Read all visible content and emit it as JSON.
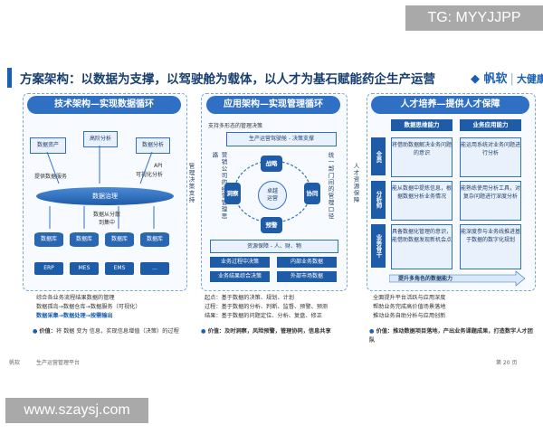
{
  "watermarks": {
    "top_right": "TG: MYYJJPP",
    "bottom_left": "www.szaysj.com"
  },
  "header": {
    "title": "方案架构：以数据为支撑，以驾驶舱为载体，以人才为基石赋能药企生产运营",
    "logo_brand": "帆软",
    "logo_partner": "大健康"
  },
  "left": {
    "head": "技术架构—实现数据循环",
    "top_boxes": [
      "数据资产",
      "高阶分析",
      "数据分析"
    ],
    "api_label": "API",
    "viz_label": "可视化分析",
    "provide_label": "提供数据服务",
    "hub": "数据治理",
    "layer_label": "数据从分散\n到集中",
    "dbs": [
      "数据库",
      "数据库",
      "数据库",
      "数据库"
    ],
    "sources": [
      "ERP",
      "MES",
      "EMS",
      "..."
    ],
    "notes": [
      "综合各业务流程结果数据的管理",
      "数据孤岛→数据仓库→数据服务（可视化）",
      "数据采集→数据处理→按需输出"
    ],
    "value_prefix": "价值：",
    "value_text": "将 数据 变为 信息，实现信息增值（决策）的过程"
  },
  "middle": {
    "head": "应用架构—实现管理循环",
    "top_note": "支持多形态的管理决策",
    "top_box": "生产运营驾驶舱 - 决策支撑",
    "left_vertical": "营销公司的经营管理思路",
    "right_vertical": "统一部门间的管理口径",
    "nodes": {
      "top": "战略",
      "left": "洞察",
      "right": "协同",
      "bottom": "预警",
      "center": "卓越\n运营"
    },
    "support_bar": "资源保障 - 人、财、物",
    "bottom_boxes": [
      "业务过程中决策",
      "内部业务数据",
      "业务结果综合决策",
      "外部市场数据"
    ],
    "side_label": "管理决策支持",
    "notes": [
      "起点：基于数据的决策、规划、计划",
      "过程：基于数据的分析、判断、监督、预警、预测",
      "结果：基于数据的问题定位、分析、复盘、修正"
    ],
    "value_prefix": "价值：",
    "value_text": "及时洞察，风险预警，管理协同，信息共享"
  },
  "right": {
    "head": "人才培养—提供人才保障",
    "side_label": "人才资源保障",
    "col_heads": [
      "数据思维能力",
      "业务应用能力"
    ],
    "row_labels": [
      "全员",
      "分析师",
      "业务骨干"
    ],
    "cells": [
      [
        "将借助数据解决业务问题的意识",
        "能运用系统对业务问题进行分析"
      ],
      [
        "能从数据中提炼信息，根据数据分析业务情况",
        "能熟练使用分析工具，对复杂问题进行深度分析"
      ],
      [
        "具备数据化管理的意识，能借助数据发现新机会点",
        "能深度参与业务线推进基于数据的数字化规划"
      ]
    ],
    "arrow_label": "提升多角色的数据能力",
    "notes": [
      "全面提升平台活跃与应用深度",
      "帮助业务完成高价值场景落地",
      "推动业务自助分析与应用创新"
    ],
    "value_prefix": "价值：",
    "value_text": "推动数据项目落地，产出业务课题成果，打造数字人才团队"
  },
  "footer": {
    "brand": "帆软",
    "program": "生产运营管理平台",
    "page": "第 20 页"
  }
}
